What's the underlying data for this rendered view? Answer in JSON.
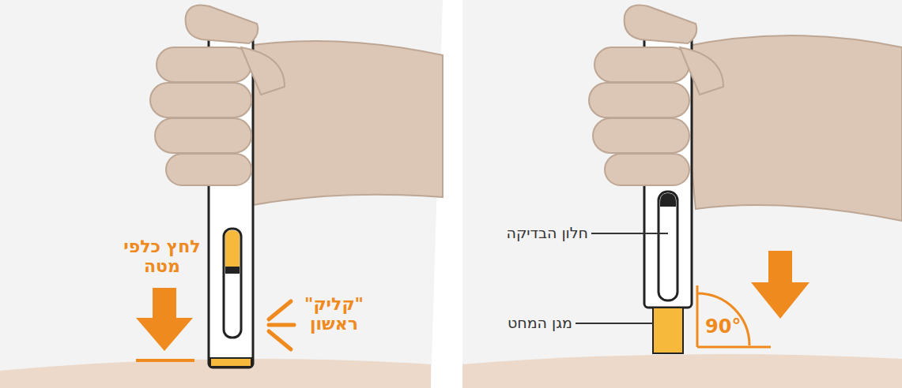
{
  "diagram": {
    "labels": [
      "לחץ כלפי מטה",
      "\"קליק\" ראשון",
      "חלון הבדיקה",
      "מגן המחט",
      "90°"
    ]
  }
}
